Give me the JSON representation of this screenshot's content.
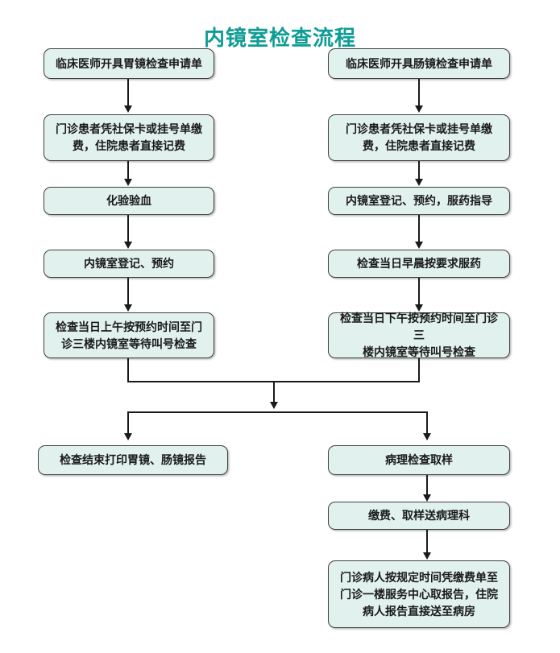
{
  "title": "内镜室检查流程",
  "colors": {
    "title": "#0E9D94",
    "node_fill": "#E1F1EE",
    "node_border": "#404040",
    "connector": "#1A1A1A",
    "background": "#FFFFFF"
  },
  "flow": {
    "left": [
      {
        "label": "临床医师开具胃镜检查申请单"
      },
      {
        "label": "门诊患者凭社保卡或挂号单缴\n费，住院患者直接记费"
      },
      {
        "label": "化验验血"
      },
      {
        "label": "内镜室登记、预约"
      },
      {
        "label": "检查当日上午按预约时间至门\n诊三楼内镜室等待叫号检查"
      }
    ],
    "right": [
      {
        "label": "临床医师开具肠镜检查申请单"
      },
      {
        "label": "门诊患者凭社保卡或挂号单缴\n费，住院患者直接记费"
      },
      {
        "label": "内镜室登记、预约，服药指导"
      },
      {
        "label": "检查当日早晨按要求服药"
      },
      {
        "label": "检查当日下午按预约时间至门诊三\n楼内镜室等待叫号检查"
      }
    ],
    "bottom_left": [
      {
        "label": "检查结束打印胃镜、肠镜报告"
      }
    ],
    "bottom_right": [
      {
        "label": "病理检查取样"
      },
      {
        "label": "缴费、取样送病理科"
      },
      {
        "label": "门诊病人按规定时间凭缴费单至\n门诊一楼服务中心取报告，住院\n病人报告直接送至病房"
      }
    ]
  }
}
